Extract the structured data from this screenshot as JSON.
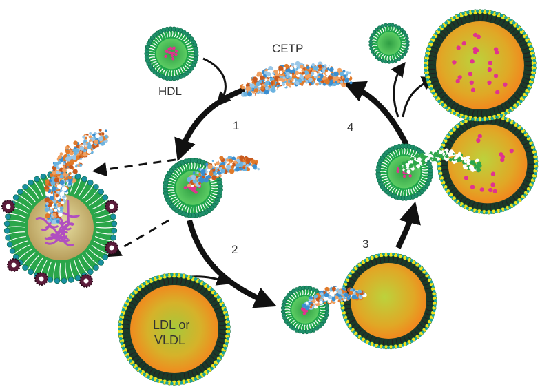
{
  "labels": {
    "hdl": "HDL",
    "cetp": "CETP",
    "step1": "1",
    "step2": "2",
    "step3": "3",
    "step4": "4",
    "ldl_line1": "LDL or",
    "ldl_line2": "VLDL"
  },
  "colors": {
    "hdl_shell": "#1fa64a",
    "hdl_inner": "#47c456",
    "cargo": "#e0338f",
    "ldl_core_center": "#9dc23a",
    "ldl_core_edge": "#f09020",
    "shell_head_yellow": "#f2e21d",
    "shell_head_teal": "#1aa39a",
    "cetp_blue": "#3a8ed0",
    "cetp_orange": "#e07a2a",
    "arrow": "#111111"
  }
}
